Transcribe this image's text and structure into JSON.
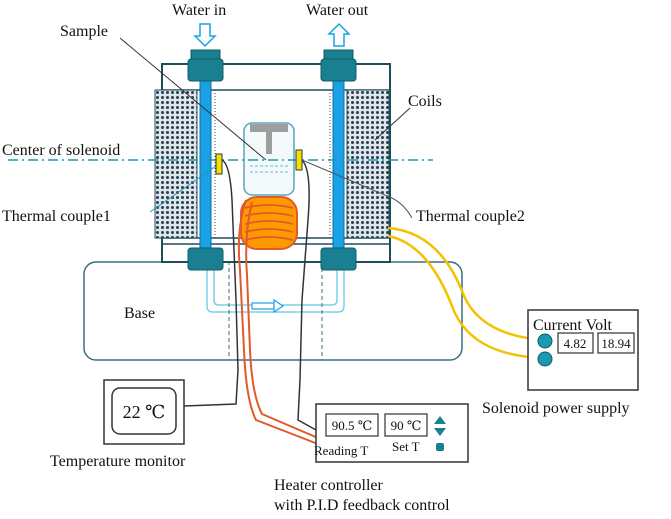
{
  "labels": {
    "water_in": "Water in",
    "water_out": "Water out",
    "sample": "Sample",
    "coils": "Coils",
    "center_of_solenoid": "Center of solenoid",
    "thermal_couple_1": "Thermal couple1",
    "thermal_couple_2": "Thermal couple2",
    "base": "Base",
    "temperature_monitor": "Temperature monitor",
    "heater_controller_line1": "Heater controller",
    "heater_controller_line2": "with P.I.D feedback control",
    "solenoid_power_supply": "Solenoid power supply"
  },
  "temperature_monitor": {
    "reading": "22 ℃"
  },
  "heater_controller": {
    "reading_value": "90.5 ℃",
    "set_value": "90 ℃",
    "reading_label": "Reading T",
    "set_label": "Set T"
  },
  "power_supply": {
    "header": "Current Volt",
    "current": "4.82",
    "volt": "18.94"
  },
  "colors": {
    "frame": "#1f4e5a",
    "pipe": "#1aa0e6",
    "fitting": "#1a7f91",
    "coil_dot": "#2a3f55",
    "center_line": "#1a9ab0",
    "heater": "#ff9900",
    "heater_wire": "#e05a2a",
    "power_wire": "#f2c200",
    "thermocouple": "#f2e000"
  }
}
